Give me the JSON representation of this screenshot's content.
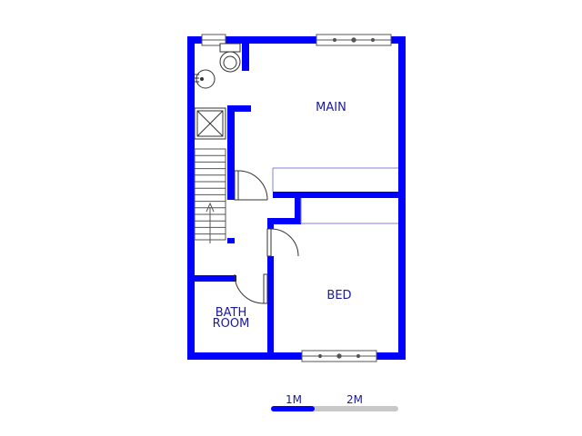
{
  "rooms": {
    "main": "MAIN",
    "bed": "BED",
    "bath_line1": "BATH",
    "bath_line2": "ROOM"
  },
  "scale_bar": {
    "label_1": "1M",
    "label_2": "2M"
  },
  "colors": {
    "wall": "#0000ff",
    "label": "#1a1a9c",
    "fixture": "#555555",
    "scale_filled": "#0000ff",
    "scale_empty": "#c8c8c8"
  }
}
